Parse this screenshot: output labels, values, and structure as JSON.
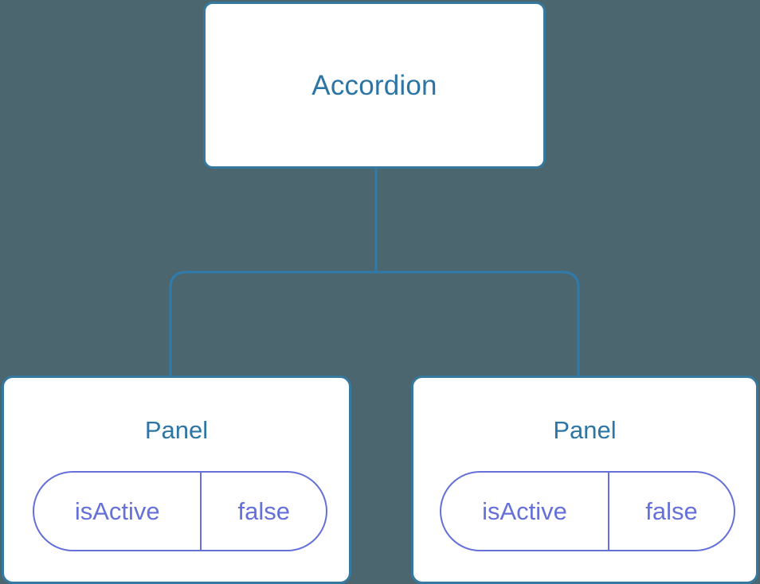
{
  "diagram": {
    "type": "component-tree",
    "background_color": "#4c6670",
    "node_border_color": "#35799f",
    "node_fill_color": "#ffffff",
    "node_title_color": "#2d75a4",
    "edge_color": "#2f7bab",
    "pill_color": "#6570d8",
    "root": {
      "title": "Accordion"
    },
    "children": [
      {
        "title": "Panel",
        "state": {
          "key": "isActive",
          "value": "false"
        }
      },
      {
        "title": "Panel",
        "state": {
          "key": "isActive",
          "value": "false"
        }
      }
    ]
  }
}
